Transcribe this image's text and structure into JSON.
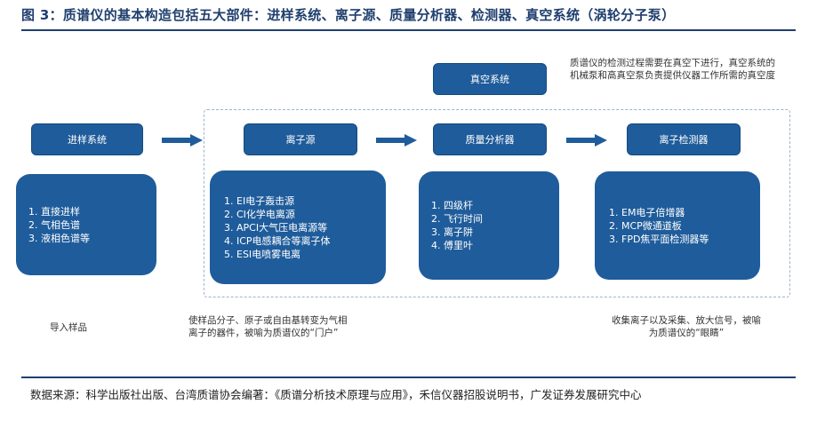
{
  "title": "图 3：质谱仪的基本构造包括五大部件：进样系统、离子源、质量分析器、检测器、真空系统（涡轮分子泵）",
  "source": "数据来源：科学出版社出版、台湾质谱协会编著：《质谱分析技术原理与应用》，禾信仪器招股说明书，广发证券发展研究中心",
  "colors": {
    "box": "#1f5c9b",
    "title": "#1f3f6e",
    "frame": "#9fb3c8"
  },
  "vacuum": {
    "label": "真空系统",
    "note_line1": "质谱仪的检测过程需要在真空下进行，真空系统的",
    "note_line2": "机械泵和高真空泵负责提供仪器工作所需的真空度"
  },
  "nodes": {
    "sampling": "进样系统",
    "ion_source": "离子源",
    "mass_analyzer": "质量分析器",
    "ion_detector": "离子检测器"
  },
  "panels": {
    "sampling": [
      "1. 直接进样",
      "2. 气相色谱",
      "3. 液相色谱等"
    ],
    "ion_source": [
      "1. EI电子轰击源",
      "2. CI化学电离源",
      "3. APCI大气压电离源等",
      "4. ICP电感耦合等离子体",
      "5. ESI电喷雾电离"
    ],
    "mass_analyzer": [
      "1. 四级杆",
      "2. 飞行时间",
      "3. 离子阱",
      "4. 傅里叶"
    ],
    "ion_detector": [
      "1. EM电子倍增器",
      "2. MCP微通道板",
      "3. FPD焦平面检测器等"
    ]
  },
  "notes": {
    "sampling": "导入样品",
    "ion_source_line1": "使样品分子、原子或自由基转变为气相",
    "ion_source_line2": "离子的器件，被喻为质谱仪的“门户”",
    "detector_line1": "收集离子以及采集、放大信号，被喻",
    "detector_line2": "为质谱仪的“眼睛”"
  },
  "icons": {
    "arrow": "right-arrow-icon"
  }
}
